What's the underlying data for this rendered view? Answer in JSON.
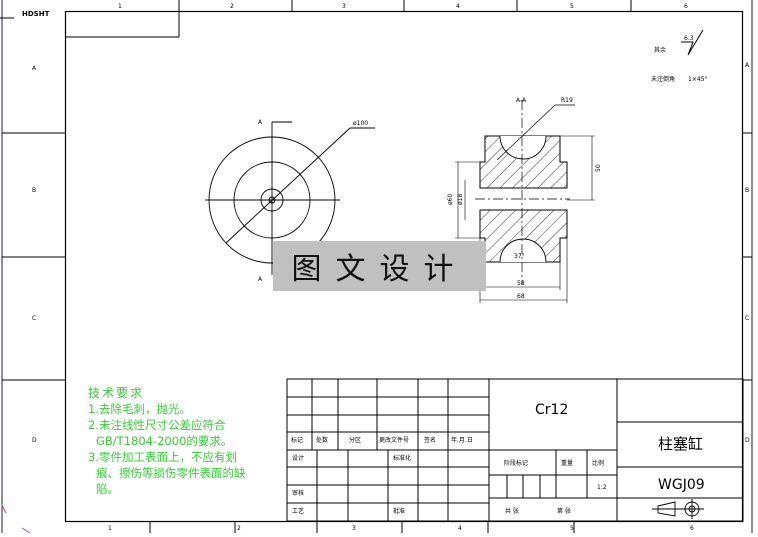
{
  "sheet": {
    "corner_label": "HDSHT",
    "top_zones": [
      "1",
      "2",
      "3",
      "4",
      "5",
      "6"
    ],
    "bottom_zones": [
      "1",
      "2",
      "3",
      "4",
      "5",
      "6"
    ],
    "left_zones": [
      "A",
      "B",
      "C",
      "D"
    ],
    "right_zones": [
      "A",
      "B",
      "C",
      "D"
    ]
  },
  "roughness": {
    "label": "其余",
    "symbol_value": "6.3",
    "edge_label": "未注倒角",
    "edge_value": "1×45°"
  },
  "front_view": {
    "section_mark_top": "A",
    "section_mark_bottom": "A",
    "diameter_label": "ø100"
  },
  "section_view": {
    "title": "A-A",
    "radius_label": "R19",
    "height_dim": "50",
    "outer_dia": "ø60",
    "bore_dia": "ø18",
    "inner_width": "58",
    "outer_width": "68",
    "arc_label": "37°"
  },
  "watermark": {
    "text": "图文设计"
  },
  "tech_notes": {
    "title": "技术要求",
    "items": [
      "1.去除毛刺，抛光。",
      "2.未注线性尺寸公差应符合",
      "GB/T1804-2000的要求。",
      "3.零件加工表面上，不应有划",
      "痕、擦伤等损伤零件表面的缺",
      "陷。"
    ]
  },
  "title_block": {
    "header_row": [
      "标记",
      "处数",
      "分区",
      "更改文件号",
      "签名",
      "年.月.日"
    ],
    "row_design": "设计",
    "row_standard": "标准化",
    "row_review": "审核",
    "row_process": "工艺",
    "row_approve": "批准",
    "material": "Cr12",
    "stage_label": "阶段标记",
    "weight_label": "重量",
    "scale_label": "比例",
    "scale_value": "1:2",
    "sheets_label": "共 张",
    "sheet_no_label": "第 张",
    "part_name": "柱塞缸",
    "drawing_no": "WGJ09",
    "projection_symbol": "first-angle-projection-icon"
  },
  "colors": {
    "line": "#000000",
    "notes": "#33cc33",
    "watermark_bg": "#c0c0c0",
    "frame_outer": "#1a1a4a"
  }
}
